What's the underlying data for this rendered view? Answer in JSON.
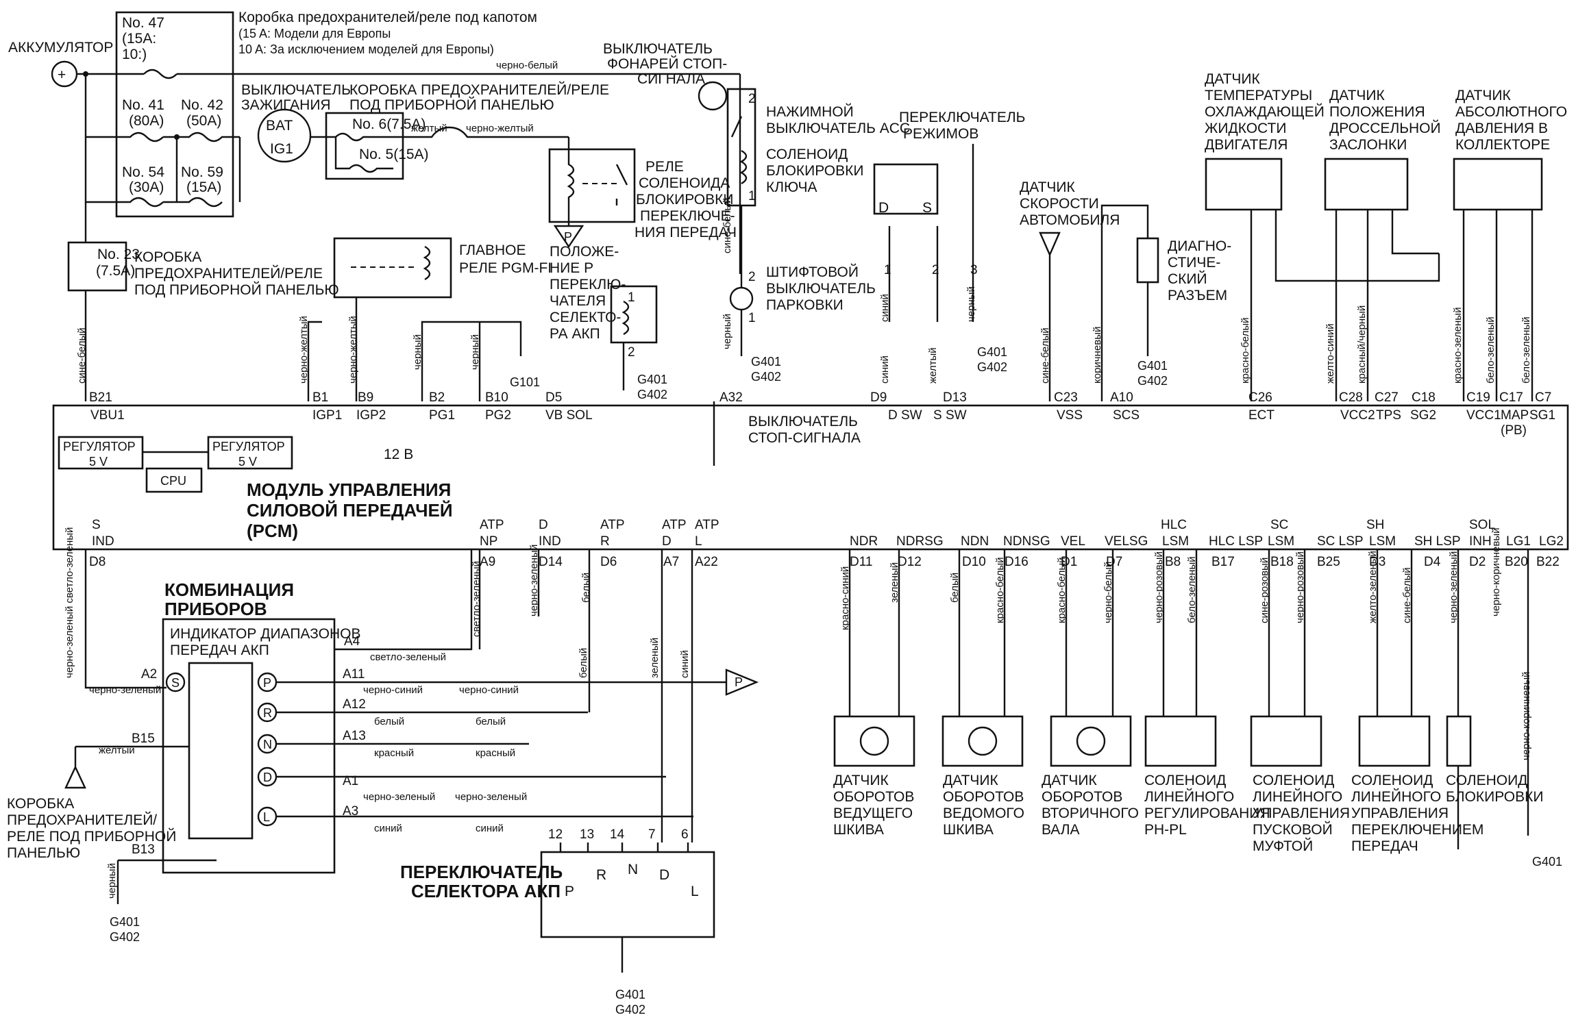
{
  "accent_color": "#111111",
  "battery": {
    "label": "АККУМУЛЯТОР"
  },
  "fuse_box_hood": {
    "title": "Коробка предохранителей/реле под капотом",
    "note1": "(15 A: Модели для Европы",
    "note2": "10 A: За исключением моделей для Европы)",
    "f47_a": "No. 47",
    "f47_b": "(15A:",
    "f47_c": "10:)",
    "f41_a": "No. 41",
    "f41_b": "(80A)",
    "f42_a": "No. 42",
    "f42_b": "(50A)",
    "f54_a": "No. 54",
    "f54_b": "(30A)",
    "f59_a": "No. 59",
    "f59_b": "(15A)"
  },
  "ignition": {
    "l1": "ВЫКЛЮЧАТЕЛЬ",
    "l2": "ЗАЖИГАНИЯ",
    "bat": "BAT",
    "ig1": "IG1"
  },
  "dash_fuse_box": {
    "l1": "КОРОБКА ПРЕДОХРАНИТЕЛЕЙ/РЕЛЕ",
    "l2": "ПОД ПРИБОРНОЙ ПАНЕЛЬЮ",
    "f6": "No. 6(7.5A)",
    "f5": "No. 5(15A)"
  },
  "fuse23": {
    "fuse": "No. 23",
    "amp": "(7.5A)",
    "l1": "КОРОБКА",
    "l2": "ПРЕДОХРАНИТЕЛЕЙ/РЕЛЕ",
    "l3": "ПОД ПРИБОРНОЙ ПАНЕЛЬЮ"
  },
  "main_relay": {
    "l1": "ГЛАВНОЕ",
    "l2": "РЕЛЕ PGM-FI"
  },
  "brake_light_sw": {
    "l1": "ВЫКЛЮЧАТЕЛЬ",
    "l2": "ФОНАРЕЙ СТОП-",
    "l3": "СИГНАЛА"
  },
  "acc_switch": {
    "l1": "НАЖИМНОЙ",
    "l2": "ВЫКЛЮЧАТЕЛЬ ACC"
  },
  "key_solenoid": {
    "l1": "СОЛЕНОИД",
    "l2": "БЛОКИРОВКИ",
    "l3": "КЛЮЧА"
  },
  "park_pin_sw": {
    "l1": "ШТИФТОВОЙ",
    "l2": "ВЫКЛЮЧАТЕЛЬ",
    "l3": "ПАРКОВКИ"
  },
  "shift_lock_relay": {
    "l1": "РЕЛЕ",
    "l2": "СОЛЕНОИДА",
    "l3": "БЛОКИРОВКИ",
    "l4": "ПЕРЕКЛЮЧЕ-",
    "l5": "НИЯ ПЕРЕДАЧ"
  },
  "p_position": {
    "l1": "ПОЛОЖЕ-",
    "l2": "НИЕ P",
    "l3": "ПЕРЕКЛЮ-",
    "l4": "ЧАТЕЛЯ",
    "l5": "СЕЛЕКТО-",
    "l6": "РА АКП"
  },
  "mode_switch": {
    "l1": "ПЕРЕКЛЮЧАТЕЛЬ",
    "l2": "РЕЖИМОВ",
    "d": "D",
    "s": "S"
  },
  "speed_sensor": {
    "l1": "ДАТЧИК",
    "l2": "СКОРОСТИ",
    "l3": "АВТОМОБИЛЯ"
  },
  "diag_conn": {
    "l1": "ДИАГНО-",
    "l2": "СТИЧЕ-",
    "l3": "СКИЙ",
    "l4": "РАЗЪЕМ"
  },
  "ect": {
    "l1": "ДАТЧИК",
    "l2": "ТЕМПЕРАТУРЫ",
    "l3": "ОХЛАЖДАЮЩЕЙ",
    "l4": "ЖИДКОСТИ",
    "l5": "ДВИГАТЕЛЯ"
  },
  "tps": {
    "l1": "ДАТЧИК",
    "l2": "ПОЛОЖЕНИЯ",
    "l3": "ДРОССЕЛЬНОЙ",
    "l4": "ЗАСЛОНКИ"
  },
  "map": {
    "l1": "ДАТЧИК",
    "l2": "АБСОЛЮТНОГО",
    "l3": "ДАВЛЕНИЯ В",
    "l4": "КОЛЛЕКТОРЕ"
  },
  "pcm": {
    "l1": "МОДУЛЬ УПРАВЛЕНИЯ",
    "l2": "СИЛОВОЙ ПЕРЕДАЧЕЙ",
    "l3": "(PCM)",
    "reg": "РЕГУЛЯТОР",
    "v5": "5 V",
    "cpu": "CPU",
    "v12": "12 В"
  },
  "pins_top": [
    "B21",
    "B1",
    "B9",
    "B2",
    "B10",
    "D5",
    "A32",
    "D9",
    "D13",
    "C23",
    "A10",
    "C26",
    "C28",
    "C27",
    "C18",
    "C19",
    "C17",
    "C7"
  ],
  "terms_top": [
    "VBU1",
    "IGP1",
    "IGP2",
    "PG1",
    "PG2",
    "VB SOL",
    "D SW",
    "S SW",
    "VSS",
    "SCS",
    "ECT",
    "VCC2",
    "TPS",
    "SG2",
    "VCC1",
    "MAP",
    "SG1",
    "(PB)"
  ],
  "pins_bot": [
    "D8",
    "A9",
    "D14",
    "D6",
    "A7",
    "A22",
    "D11",
    "D12",
    "D10",
    "D16",
    "D1",
    "D7",
    "B8",
    "B17",
    "B18",
    "B25",
    "D3",
    "D4",
    "D2",
    "B20",
    "B22"
  ],
  "terms_bot": [
    "S",
    "IND",
    "ATP",
    "NP",
    "D",
    "IND",
    "ATP",
    "R",
    "ATP",
    "D",
    "ATP",
    "L",
    "NDR",
    "NDRSG",
    "NDN",
    "NDNSG",
    "VEL",
    "VELSG",
    "HLC",
    "LSM",
    "HLC LSP",
    "SC",
    "LSM",
    "SC LSP",
    "SH",
    "LSM",
    "SH LSP",
    "SOL",
    "INH",
    "LG1",
    "LG2"
  ],
  "wire_colors": {
    "black_white": "черно-белый",
    "yellow": "желтый",
    "black_yellow": "черно-желтый",
    "blue_white": "сине-белый",
    "black": "черный",
    "blue": "синий",
    "brown": "коричневый",
    "red_blue": "красно-синий",
    "green": "зеленый",
    "white": "белый",
    "red_white": "красно-белый",
    "black_white2": "черно-белый",
    "black_pink": "черно-розовый",
    "white_green": "бело-зеленый",
    "blue_pink": "сине-розовый",
    "yellow_green": "желто-зеленый",
    "blue_white2": "сине-белый",
    "black_green": "черно-зеленый",
    "black_brown": "черно-коричневый",
    "light_green": "светло-зеленый",
    "black_blue": "черно-синий",
    "red": "красный",
    "red_black": "красный/черный",
    "white_green2": "бело-зеленый",
    "red_green": "красно-зеленый",
    "yellow_blue": "желто-синий",
    "red_blue2": "красно-синий",
    "black_light_green": "черно-зеленый светло-зеленый",
    "black_brown2": "черно-коричневый"
  },
  "stop_switch": {
    "l1": "ВЫКЛЮЧАТЕЛЬ",
    "l2": "СТОП-СИГНАЛА"
  },
  "instrument": {
    "l1": "КОМБИНАЦИЯ",
    "l2": "ПРИБОРОВ",
    "ind1": "ИНДИКАТОР ДИАПАЗОНОВ",
    "ind2": "ПЕРЕДАЧ АКП"
  },
  "cluster_pins": [
    "A2",
    "A4",
    "A11",
    "A12",
    "A13",
    "A1",
    "A3",
    "B15",
    "B13"
  ],
  "cluster_letters": [
    "S",
    "P",
    "R",
    "N",
    "D",
    "L"
  ],
  "dash_fuse_left": {
    "l1": "КОРОБКА",
    "l2": "ПРЕДОХРАНИТЕЛЕЙ/",
    "l3": "РЕЛЕ ПОД ПРИБОРНОЙ",
    "l4": "ПАНЕЛЬЮ"
  },
  "selector": {
    "l1": "ПЕРЕКЛЮЧАТЕЛЬ",
    "l2": "СЕЛЕКТОРА АКП",
    "pins": [
      "12",
      "13",
      "14",
      "7",
      "6"
    ],
    "pos": [
      "P",
      "R",
      "N",
      "D",
      "L"
    ]
  },
  "sensors_bottom": [
    {
      "l1": "ДАТЧИК",
      "l2": "ОБОРОТОВ",
      "l3": "ВЕДУЩЕГО",
      "l4": "ШКИВА"
    },
    {
      "l1": "ДАТЧИК",
      "l2": "ОБОРОТОВ",
      "l3": "ВЕДОМОГО",
      "l4": "ШКИВА"
    },
    {
      "l1": "ДАТЧИК",
      "l2": "ОБОРОТОВ",
      "l3": "ВТОРИЧНОГО",
      "l4": "ВАЛА"
    }
  ],
  "solenoids_bottom": [
    {
      "l1": "СОЛЕНОИД",
      "l2": "ЛИНЕЙНОГО",
      "l3": "РЕГУЛИРОВАНИЯ",
      "l4": "PH-PL"
    },
    {
      "l1": "СОЛЕНОИД",
      "l2": "ЛИНЕЙНОГО",
      "l3": "УПРАВЛЕНИЯ",
      "l4": "ПУСКОВОЙ",
      "l5": "МУФТОЙ"
    },
    {
      "l1": "СОЛЕНОИД",
      "l2": "ЛИНЕЙНОГО",
      "l3": "УПРАВЛЕНИЯ",
      "l4": "ПЕРЕКЛЮЧЕНИЕМ",
      "l5": "ПЕРЕДАЧ"
    },
    {
      "l1": "СОЛЕНОИД",
      "l2": "БЛОКИРОВКИ"
    }
  ],
  "grounds": {
    "g401": "G401",
    "g402": "G402",
    "g101": "G101"
  }
}
